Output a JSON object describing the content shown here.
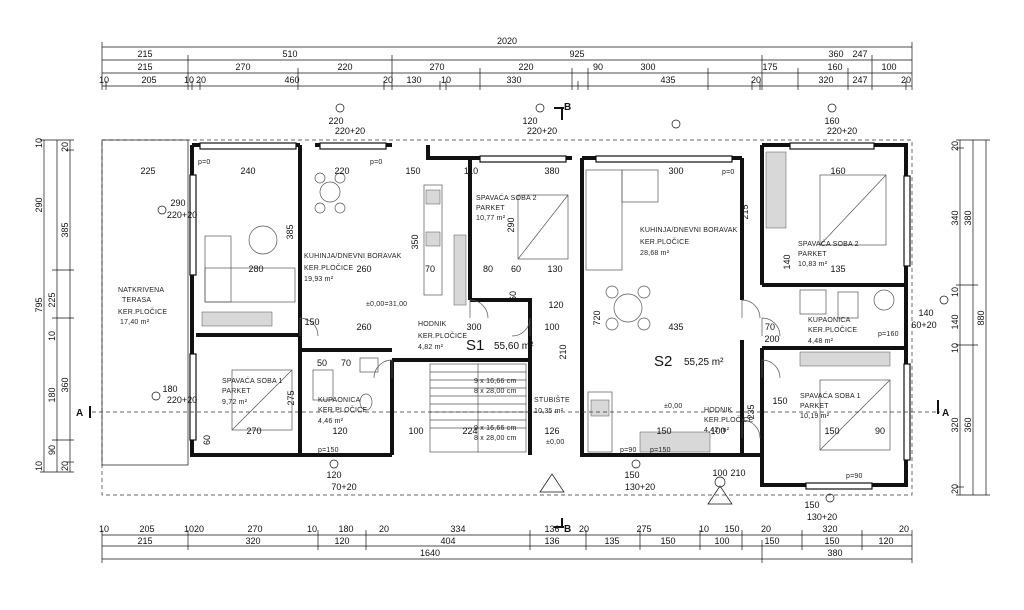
{
  "dims_top": [
    {
      "row": 0,
      "items": [
        {
          "label": "2020"
        }
      ]
    },
    {
      "row": 1,
      "items": [
        {
          "label": "215"
        },
        {
          "label": "510"
        },
        {
          "label": "925"
        },
        {
          "label": "360"
        },
        {
          "label": "247"
        }
      ]
    },
    {
      "row": 2,
      "items": [
        {
          "label": "215"
        },
        {
          "label": "270"
        },
        {
          "label": "220"
        },
        {
          "label": "270"
        },
        {
          "label": "220"
        },
        {
          "label": "90"
        },
        {
          "label": "300"
        },
        {
          "label": "175"
        },
        {
          "label": "160"
        },
        {
          "label": "100"
        }
      ]
    },
    {
      "row": 3,
      "items": [
        {
          "label": "10"
        },
        {
          "label": "205"
        },
        {
          "label": "10"
        },
        {
          "label": "20"
        },
        {
          "label": "460"
        },
        {
          "label": "20"
        },
        {
          "label": "130"
        },
        {
          "label": "10"
        },
        {
          "label": "330"
        },
        {
          "label": "435"
        },
        {
          "label": "20"
        },
        {
          "label": "320"
        },
        {
          "label": "247"
        },
        {
          "label": "20"
        }
      ]
    }
  ],
  "dims_bottom": [
    {
      "row": 0,
      "items": [
        {
          "label": "10"
        },
        {
          "label": "205"
        },
        {
          "label": "10"
        },
        {
          "label": "20"
        },
        {
          "label": "270"
        },
        {
          "label": "10"
        },
        {
          "label": "180"
        },
        {
          "label": "20"
        },
        {
          "label": "334"
        },
        {
          "label": "136"
        },
        {
          "label": "20"
        },
        {
          "label": "275"
        },
        {
          "label": "10"
        },
        {
          "label": "150"
        },
        {
          "label": "20"
        },
        {
          "label": "320"
        },
        {
          "label": "20"
        }
      ]
    },
    {
      "row": 1,
      "items": [
        {
          "label": "215"
        },
        {
          "label": "320"
        },
        {
          "label": "120"
        },
        {
          "label": "404"
        },
        {
          "label": "136"
        },
        {
          "label": "135"
        },
        {
          "label": "150"
        },
        {
          "label": "100"
        },
        {
          "label": "150"
        },
        {
          "label": "150"
        },
        {
          "label": "120"
        }
      ]
    },
    {
      "row": 2,
      "items": [
        {
          "label": "1640"
        },
        {
          "label": "380"
        }
      ]
    }
  ],
  "dims_left": [
    {
      "label": "10"
    },
    {
      "label": "290"
    },
    {
      "label": "385"
    },
    {
      "label": "795"
    },
    {
      "label": "225"
    },
    {
      "label": "10"
    },
    {
      "label": "180"
    },
    {
      "label": "360"
    },
    {
      "label": "90"
    },
    {
      "label": "10"
    },
    {
      "label": "20"
    },
    {
      "label": "20"
    }
  ],
  "dims_right": [
    {
      "label": "20"
    },
    {
      "label": "340"
    },
    {
      "label": "380"
    },
    {
      "label": "10"
    },
    {
      "label": "140"
    },
    {
      "label": "880"
    },
    {
      "label": "10"
    },
    {
      "label": "320"
    },
    {
      "label": "360"
    },
    {
      "label": "20"
    }
  ],
  "inner_dims": [
    {
      "label": "225"
    },
    {
      "label": "240"
    },
    {
      "label": "220"
    },
    {
      "label": "150"
    },
    {
      "label": "110"
    },
    {
      "label": "380"
    },
    {
      "label": "300"
    },
    {
      "label": "160"
    },
    {
      "label": "385"
    },
    {
      "label": "350"
    },
    {
      "label": "290"
    },
    {
      "label": "215"
    },
    {
      "label": "280"
    },
    {
      "label": "260"
    },
    {
      "label": "70"
    },
    {
      "label": "80"
    },
    {
      "label": "60"
    },
    {
      "label": "130"
    },
    {
      "label": "140"
    },
    {
      "label": "135"
    },
    {
      "label": "120"
    },
    {
      "label": "60"
    },
    {
      "label": "260"
    },
    {
      "label": "300"
    },
    {
      "label": "100"
    },
    {
      "label": "435"
    },
    {
      "label": "720"
    },
    {
      "label": "210"
    },
    {
      "label": "180"
    },
    {
      "label": "220+20"
    },
    {
      "label": "290"
    },
    {
      "label": "220+20"
    },
    {
      "label": "140"
    },
    {
      "label": "60+20"
    },
    {
      "label": "70"
    },
    {
      "label": "200"
    },
    {
      "label": "50"
    },
    {
      "label": "70"
    },
    {
      "label": "60"
    },
    {
      "label": "150"
    },
    {
      "label": "275"
    },
    {
      "label": "270"
    },
    {
      "label": "120"
    },
    {
      "label": "100"
    },
    {
      "label": "224"
    },
    {
      "label": "126"
    },
    {
      "label": "150"
    },
    {
      "label": "100"
    },
    {
      "label": "235"
    },
    {
      "label": "150"
    },
    {
      "label": "90"
    },
    {
      "label": "150"
    },
    {
      "label": "120"
    },
    {
      "label": "70+20"
    },
    {
      "label": "150"
    },
    {
      "label": "130+20"
    },
    {
      "label": "100"
    },
    {
      "label": "210"
    },
    {
      "label": "150"
    },
    {
      "label": "130+20"
    },
    {
      "label": "220"
    },
    {
      "label": "220+20"
    },
    {
      "label": "120"
    },
    {
      "label": "220+20"
    },
    {
      "label": "160"
    },
    {
      "label": "220+20"
    }
  ],
  "rooms": [
    {
      "name": "NATKRIVENA",
      "line2": "TERASA",
      "line3": "KER.PLOČICE",
      "area": "17,40 m²"
    },
    {
      "name": "KUHINJA/DNEVNI BORAVAK",
      "line2": "KER.PLOČICE",
      "area": "19,93 m²"
    },
    {
      "name": "SPAVAĆA SOBA 2",
      "line2": "PARKET",
      "area": "10,77 m²"
    },
    {
      "name": "KUHINJA/DNEVNI BORAVAK",
      "line2": "KER.PLOČICE",
      "area": "28,68 m²"
    },
    {
      "name": "SPAVAĆA SOBA 2",
      "line2": "PARKET",
      "area": "10,83 m²"
    },
    {
      "name": "HODNIK",
      "line2": "KER.PLOČICE",
      "area": "4,82 m²"
    },
    {
      "name": "KUPAONICA",
      "line2": "KER.PLOČICE",
      "area": "4,48 m²"
    },
    {
      "name": "SPAVAĆA SOBA 1",
      "line2": "PARKET",
      "area": "9,72 m²"
    },
    {
      "name": "KUPAONICA",
      "line2": "KER.PLOČICE",
      "area": "4,46 m²"
    },
    {
      "name": "STUBIŠTE",
      "line2": "",
      "area": "10,35 m²"
    },
    {
      "name": "HODNIK",
      "line2": "KER.PLOČICE",
      "area": "4,42 m²"
    },
    {
      "name": "SPAVAĆA SOBA 1",
      "line2": "PARKET",
      "area": "10,19 m²"
    }
  ],
  "units": [
    {
      "label": "S1",
      "area": "55,60 m²"
    },
    {
      "label": "S2",
      "area": "55,25 m²"
    }
  ],
  "levels": [
    {
      "label": "±0,00=31,00"
    },
    {
      "label": "±0,00"
    },
    {
      "label": "±0,00"
    }
  ],
  "stairs": [
    {
      "label": "9 x 16,66 cm"
    },
    {
      "label": "8 x 28,00 cm"
    },
    {
      "label": "9 x 16,66 cm"
    },
    {
      "label": "8 x 28,00 cm"
    }
  ],
  "section_marks": [
    {
      "label": "A"
    },
    {
      "label": "A"
    },
    {
      "label": "B"
    },
    {
      "label": "B"
    }
  ],
  "small_marks": [
    {
      "label": "p=0"
    },
    {
      "label": "p=0"
    },
    {
      "label": "p=0"
    },
    {
      "label": "p=160"
    },
    {
      "label": "p=90"
    },
    {
      "label": "p=90"
    },
    {
      "label": "p=150"
    },
    {
      "label": "p=150"
    }
  ]
}
